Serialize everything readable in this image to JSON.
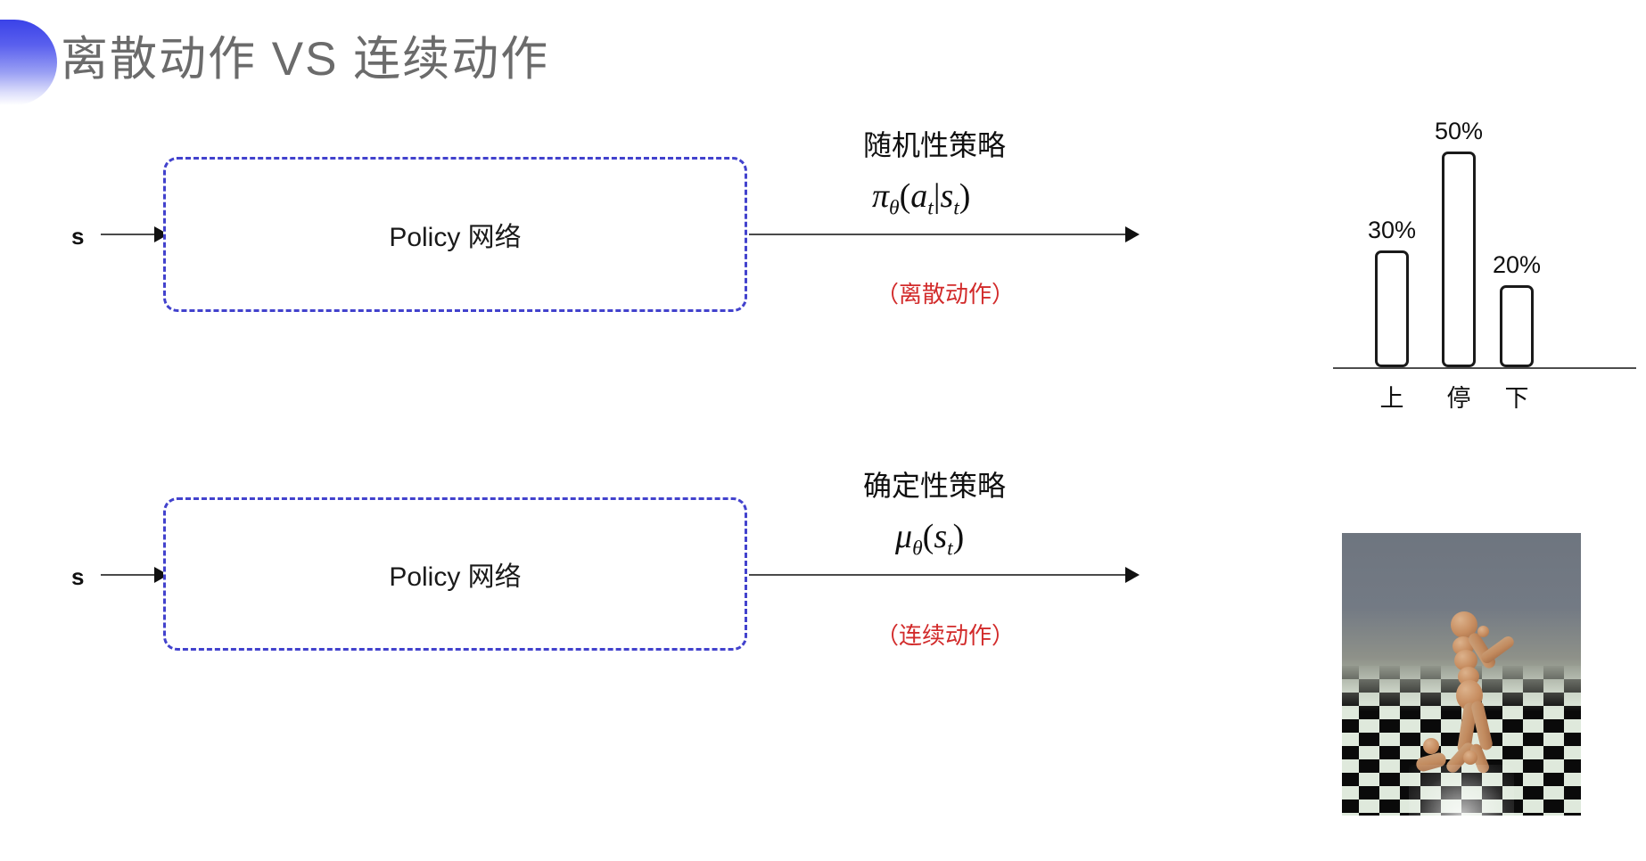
{
  "slide": {
    "title": "离散动作 VS 连续动作",
    "decor_color": "#3a42e8",
    "background": "#ffffff"
  },
  "rows": [
    {
      "id": "discrete",
      "input_label": "s",
      "box_label": "Policy 网络",
      "box_border_color": "#4242cd",
      "policy_kind": "随机性策略",
      "formula_parts": {
        "head": "π",
        "head_sub": "θ",
        "open": "(",
        "arg1": "a",
        "arg1_sub": "t",
        "bar": "|",
        "arg2": "s",
        "arg2_sub": "t",
        "close": ")"
      },
      "formula_plain": "πθ(at|st)",
      "action_note": "（离散动作）",
      "action_note_color": "#d22b2b",
      "output_kind": "bar-chart"
    },
    {
      "id": "continuous",
      "input_label": "s",
      "box_label": "Policy 网络",
      "box_border_color": "#4242cd",
      "policy_kind": "确定性策略",
      "formula_parts": {
        "head": "μ",
        "head_sub": "θ",
        "open": "(",
        "arg1": "s",
        "arg1_sub": "t",
        "bar": "",
        "arg2": "",
        "arg2_sub": "",
        "close": ")"
      },
      "formula_plain": "μθ(st)",
      "action_note": "（连续动作）",
      "action_note_color": "#d22b2b",
      "output_kind": "humanoid-sim-image"
    }
  ],
  "chart_data": {
    "type": "bar",
    "title": "",
    "categories": [
      "上",
      "停",
      "下"
    ],
    "values": [
      30,
      50,
      20
    ],
    "value_labels": [
      "30%",
      "50%",
      "20%"
    ],
    "xlabel": "",
    "ylabel": "",
    "ylim": [
      0,
      60
    ],
    "grid": false,
    "legend": "none",
    "bar_fill": "#ffffff",
    "bar_stroke": "#1a1a1a"
  },
  "sim_image": {
    "caption": "",
    "alt": "MuJoCo humanoid kneeling on a black and white checkerboard floor with gray sky",
    "sky_color": "#6e757f",
    "floor_light": "#dfe9dc",
    "floor_dark": "#0a0a0a",
    "body_color": "#c68c5f"
  }
}
